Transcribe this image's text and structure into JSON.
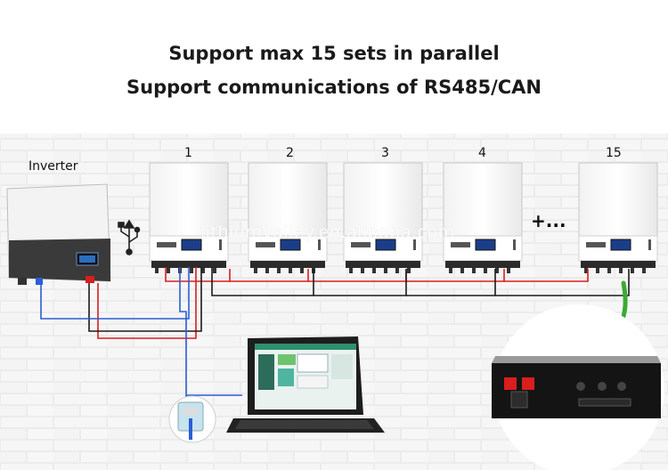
{
  "title": {
    "line1": "Support max 15 sets in parallel",
    "line2": "Support communications of RS485/CAN"
  },
  "inverter_label": "Inverter",
  "battery_numbers": [
    "1",
    "2",
    "3",
    "4",
    "15"
  ],
  "ellipsis_text": "+...",
  "watermark": "lithiumvalley.en.alibaba.com",
  "colors": {
    "positive_wire": "#d81e1e",
    "negative_wire": "#1a1a1a",
    "comm_cable": "#2a5fd6",
    "arrow": "#3aaa35"
  },
  "icons": [
    "usb-icon"
  ]
}
